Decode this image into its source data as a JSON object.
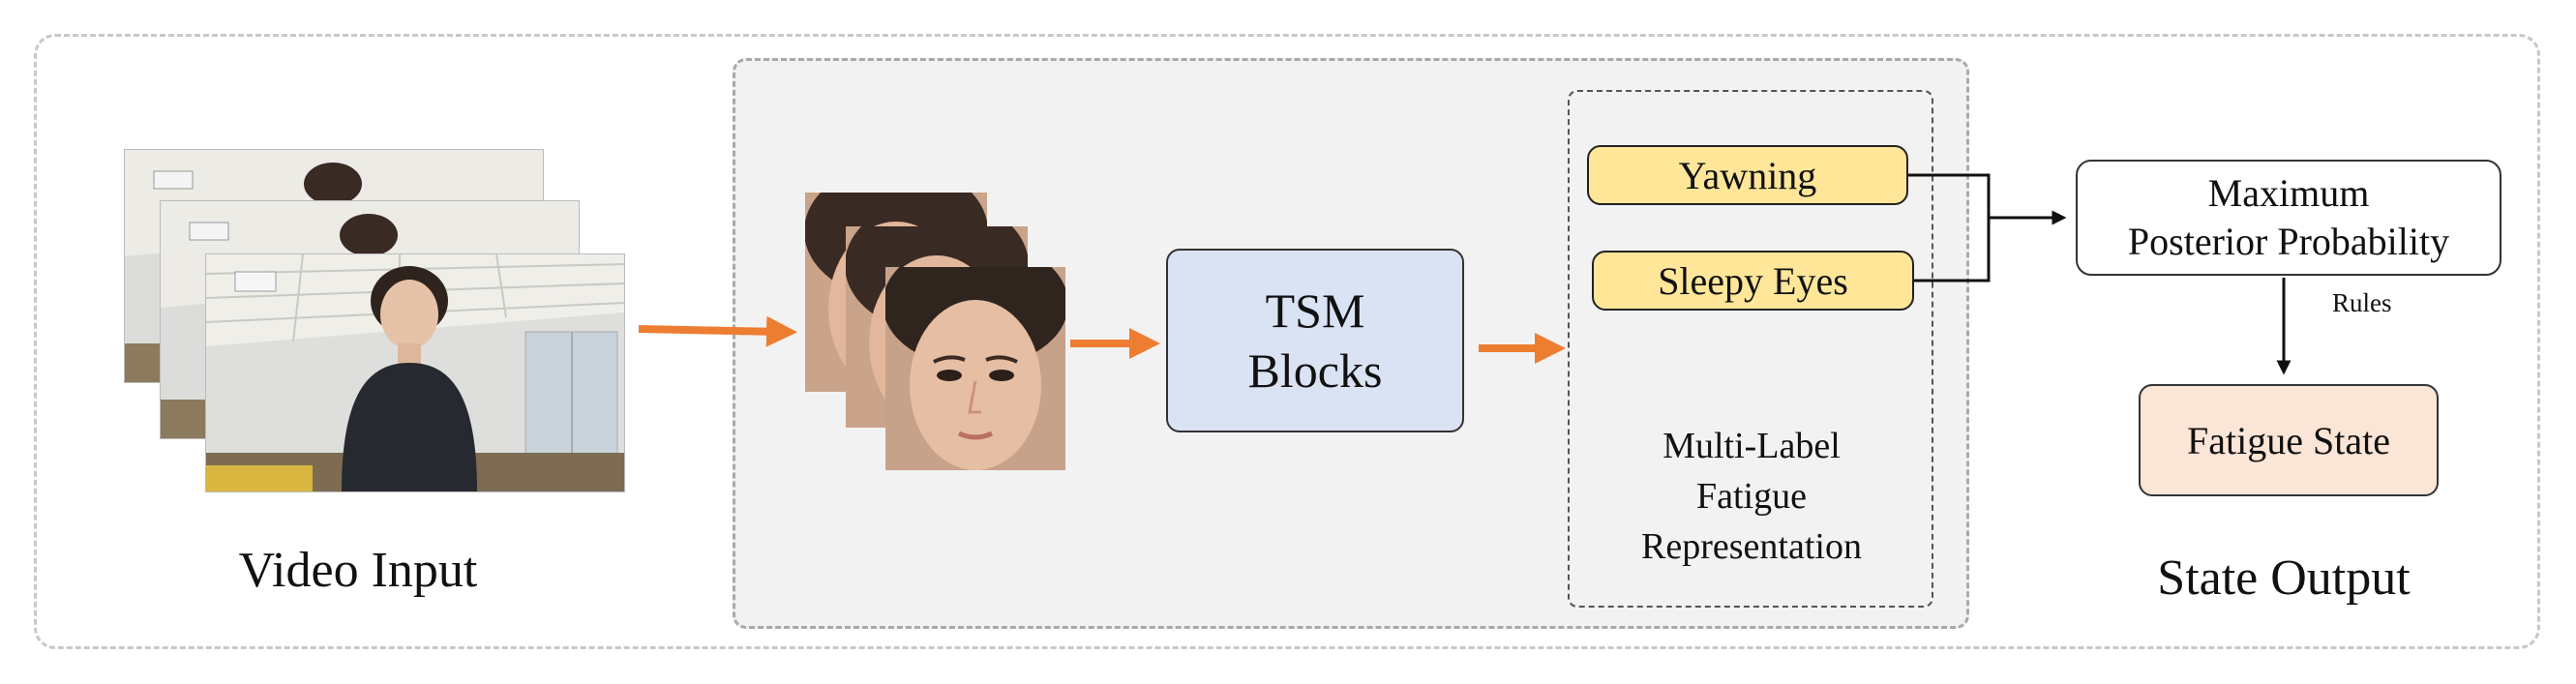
{
  "diagram": {
    "video_input": {
      "label": "Video Input"
    },
    "tsm": {
      "line1": "TSM",
      "line2": "Blocks"
    },
    "labels": {
      "yawning": "Yawning",
      "sleepy_eyes": "Sleepy Eyes"
    },
    "multi_label": {
      "line1": "Multi-Label",
      "line2": "Fatigue",
      "line3": "Representation"
    },
    "decision": {
      "line1": "Maximum",
      "line2": "Posterior Probability"
    },
    "rules": "Rules",
    "fatigue_state": "Fatigue State",
    "state_output": {
      "label": "State Output"
    },
    "colors": {
      "tsm_fill": "#dae3f3",
      "label_fill": "#ffe699",
      "fatigue_fill": "#fbe5d6",
      "arrow_orange": "#ed7d31",
      "panel_fill": "#f2f2f2"
    }
  }
}
